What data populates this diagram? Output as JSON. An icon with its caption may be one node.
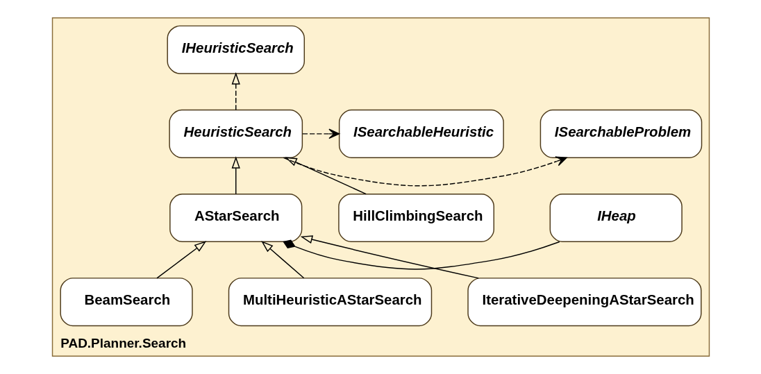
{
  "diagram": {
    "nodes": [
      {
        "text": [
          "PAD.Planner.Search"
        ]
      },
      {
        "text": [
          "IHeuristicSearch"
        ],
        "in": 0
      },
      {
        "text": [
          "ISearchableProblem"
        ],
        "in": 0
      },
      {
        "text": [
          "HeuristicSearch"
        ],
        "in": 0
      },
      {
        "text": [
          "ISearchableHeuristic"
        ],
        "in": 0
      },
      {
        "text": [
          "IHeap"
        ],
        "in": 0
      },
      {
        "text": [
          "AStarSearch"
        ],
        "in": 0
      },
      {
        "text": [
          "HillClimbingSearch"
        ],
        "in": 0
      },
      {
        "text": [
          "IterativeDeepeningAStarSearch"
        ],
        "in": 0
      },
      {
        "text": [
          "MultiHeuristicAStarSearch"
        ],
        "in": 0
      },
      {
        "text": [
          "BeamSearch"
        ],
        "in": 0
      }
    ],
    "edges": [
      {
        "from": 3,
        "to": 1,
        "arrow": "to",
        "style": "dashed"
      },
      {
        "from": 3,
        "to": 2,
        "arrow": "to",
        "style": "dashed"
      },
      {
        "from": 3,
        "to": 4,
        "arrow": "to",
        "style": "dashed"
      },
      {
        "from": 6,
        "to": 3,
        "arrow": "to"
      },
      {
        "from": 7,
        "to": 3,
        "arrow": "to"
      },
      {
        "from": 5,
        "to": 6,
        "arrow": "other"
      },
      {
        "from": 8,
        "to": 6,
        "arrow": "to"
      },
      {
        "from": 9,
        "to": 6,
        "arrow": "to"
      },
      {
        "from": 10,
        "to": 6,
        "arrow": "to"
      }
    ]
  }
}
